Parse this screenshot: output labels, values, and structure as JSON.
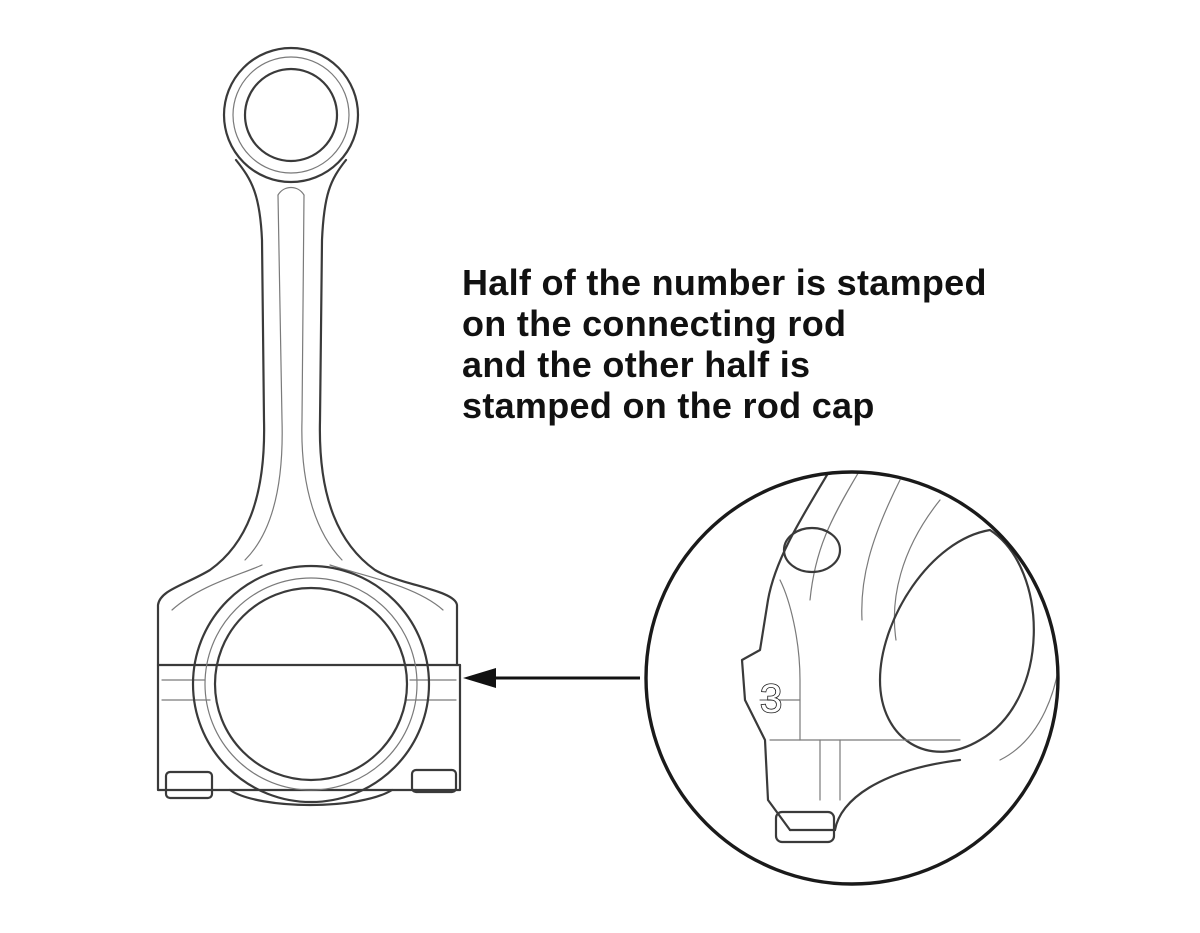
{
  "caption": {
    "lines": [
      "Half of the number is stamped",
      "on the connecting rod",
      "and the other half is",
      "stamped on the rod cap"
    ]
  },
  "detail": {
    "stamp_number": "3"
  },
  "colors": {
    "line": "#3a3a3a",
    "light_line": "#7a7a7a",
    "arrow": "#111111",
    "background": "#ffffff"
  },
  "icons": {
    "arrow": "arrow-left-icon"
  }
}
